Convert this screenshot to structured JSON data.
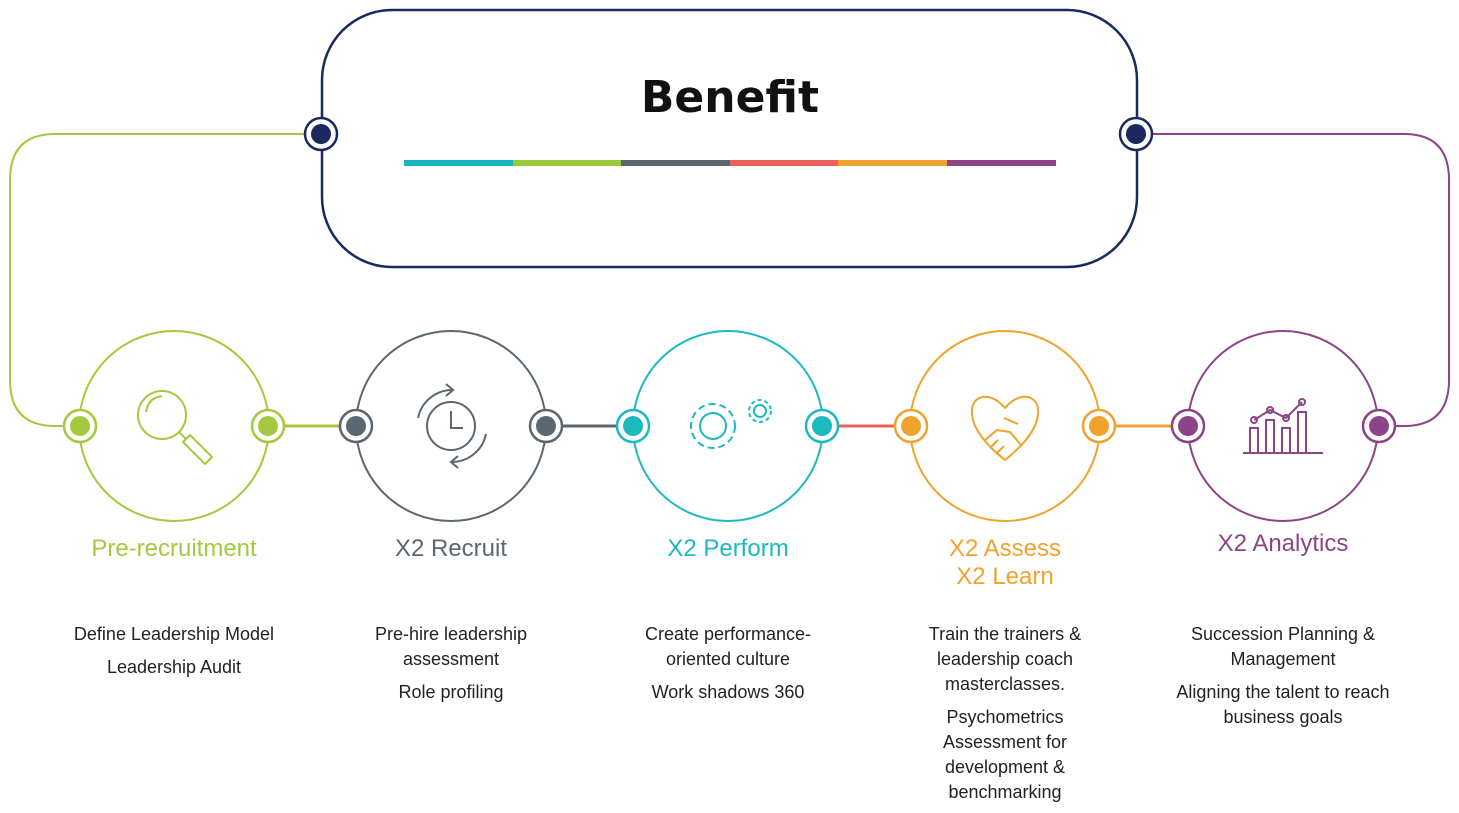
{
  "title": "Benefit",
  "colors": {
    "navy": "#1b2a5e",
    "bar": [
      "#17b6bd",
      "#9dc83b",
      "#5b6770",
      "#ec5f5a",
      "#f0a22e",
      "#8c4488"
    ]
  },
  "stages": [
    {
      "id": "pre-recruitment",
      "label": "Pre-recruitment",
      "color": "#a4c93c",
      "icon": "magnifier-icon",
      "items": [
        "Define Leadership Model",
        "Leadership Audit"
      ]
    },
    {
      "id": "x2-recruit",
      "label": "X2 Recruit",
      "color": "#5b6770",
      "icon": "clock-cycle-icon",
      "items": [
        "Pre-hire leadership assessment",
        "Role profiling"
      ]
    },
    {
      "id": "x2-perform",
      "label": "X2 Perform",
      "color": "#1cb9bf",
      "icon": "gears-icon",
      "items": [
        "Create performance-oriented culture",
        "Work shadows 360"
      ]
    },
    {
      "id": "x2-assess",
      "label": "X2 Assess\nX2 Learn",
      "label_lines": [
        "X2 Assess",
        "X2 Learn"
      ],
      "color": "#f0a22e",
      "icon": "handshake-icon",
      "items": [
        "Train the trainers & leadership coach masterclasses.",
        "Psychometrics Assessment for development & benchmarking"
      ]
    },
    {
      "id": "x2-analytics",
      "label": "X2 Analytics",
      "color": "#8c4488",
      "icon": "analytics-chart-icon",
      "items": [
        "Succession Planning & Management",
        "Aligning the talent to reach business goals"
      ]
    }
  ]
}
